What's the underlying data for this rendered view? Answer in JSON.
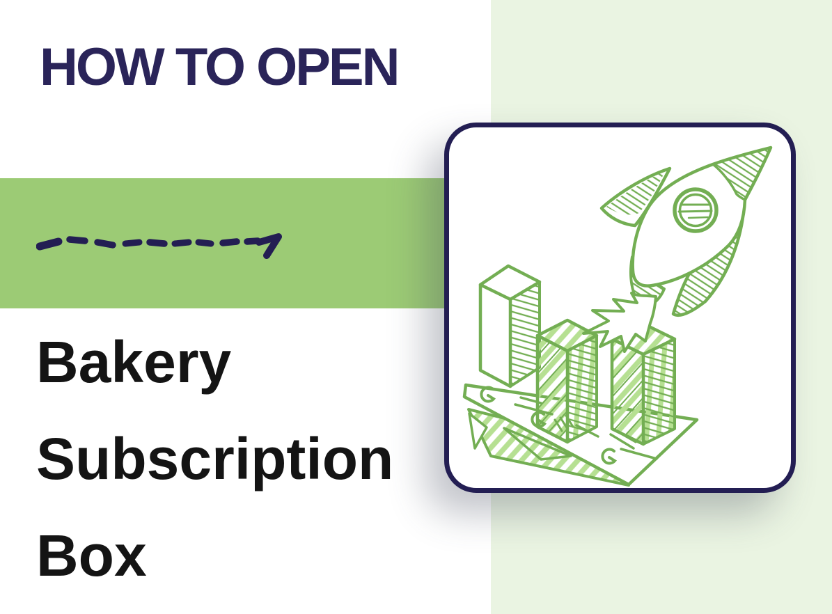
{
  "page": {
    "background": "#ffffff",
    "kind": "promo-slide-graphic"
  },
  "header": {
    "title": "HOW TO OPEN",
    "color": "#2a2459"
  },
  "divider": {
    "band_color": "#9ccb75",
    "arrow_icon": "dashed-arrow-icon",
    "arrow_color": "#231e53",
    "arrow_direction": "right"
  },
  "title": {
    "lines": [
      "Bakery",
      "Subscription",
      "Box"
    ],
    "color": "#141414"
  },
  "side_panel": {
    "color": "#eaf4e2"
  },
  "card": {
    "background": "#ffffff",
    "border_color": "#231e53",
    "illustration": "rocket-and-bar-chart-doodle",
    "illustration_parts": [
      "rocket",
      "bar-chart-boxes",
      "banknotes"
    ],
    "doodle_stroke_color": "#73ae53",
    "doodle_fill_color": "#b6e092"
  }
}
